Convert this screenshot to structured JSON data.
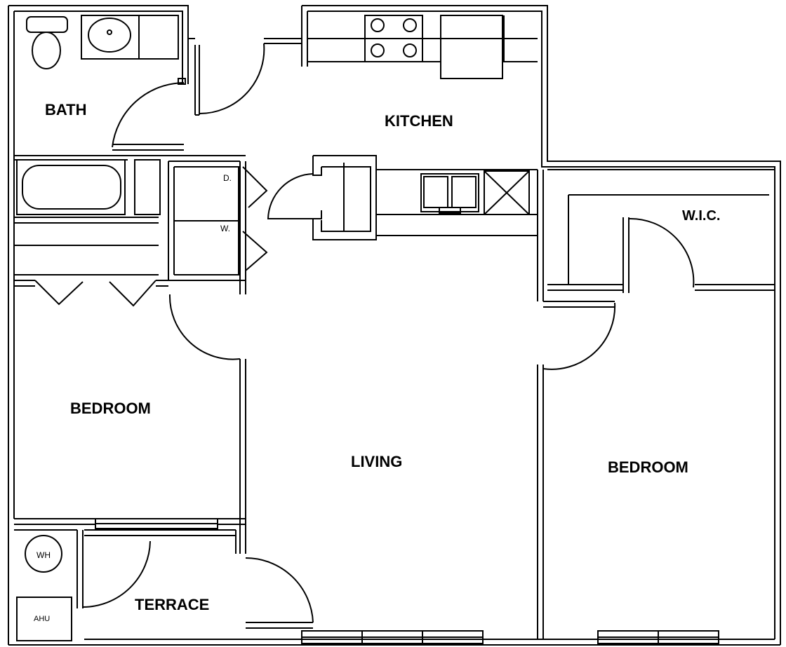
{
  "rooms": {
    "bath": "BATH",
    "kitchen": "KITCHEN",
    "wic": "W.I.C.",
    "bedroom_left": "BEDROOM",
    "living": "LIVING",
    "bedroom_right": "BEDROOM",
    "terrace": "TERRACE"
  },
  "fixtures": {
    "dryer": "D.",
    "washer": "W.",
    "water_heater": "WH",
    "air_handler": "AHU"
  },
  "colors": {
    "line": "#000000",
    "background": "#ffffff"
  }
}
